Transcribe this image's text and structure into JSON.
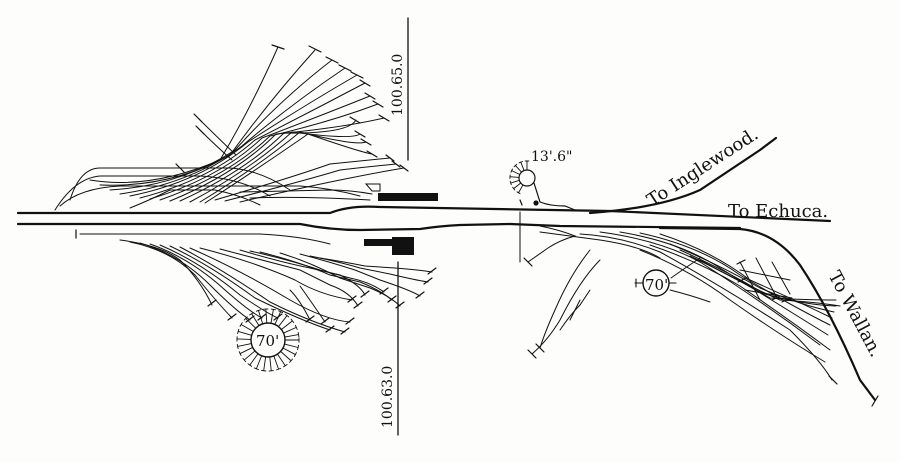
{
  "diagram": {
    "destinations": {
      "inglewood": "To Inglewood.",
      "echuca": "To Echuca.",
      "wallan": "To Wallan."
    },
    "mileage": {
      "upper": "100.65.0",
      "lower": "100.63.0"
    },
    "turntables": {
      "west": "70'",
      "east": "70'",
      "small": "13'.6\""
    }
  }
}
